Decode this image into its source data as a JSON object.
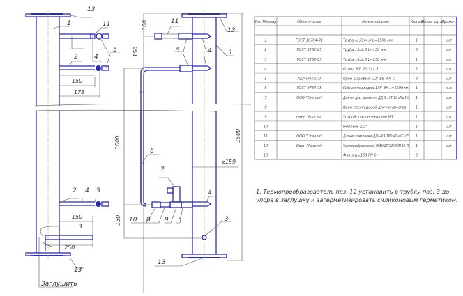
{
  "drawing": {
    "left_view": {
      "labels": {
        "flange_top": "13",
        "pipe": "1",
        "valve": "11",
        "short_pipe": "2",
        "elbow": "4",
        "ball_valve": "5",
        "elbow_b": "4",
        "ball_valve_b": "5",
        "short_pipe_b": "2",
        "long_pipe": "3",
        "flange_bottom": "13"
      },
      "dims": {
        "d150": "150",
        "d178": "178",
        "d150b": "150",
        "d250": "250"
      },
      "plug_label": "Заглушить"
    },
    "right_view": {
      "labels": {
        "flange_top": "13",
        "pipe": "1",
        "sensor": "11",
        "valve": "5",
        "elbow": "4",
        "hose": "6",
        "gauge_valve": "7",
        "nipple": "10",
        "tap": "8",
        "adapter": "9",
        "valve_b": "5",
        "elbow_b": "4",
        "thermo": "3",
        "flange_bottom": "13"
      },
      "dims": {
        "d100": "100",
        "d150": "150",
        "d1000": "1000",
        "d150b": "150",
        "d1500": "1500",
        "diam": "⌀159"
      }
    }
  },
  "table": {
    "headers": [
      "Поз. Маркир.",
      "Обозначение",
      "Наименование",
      "Кол-во",
      "Масса ед. кг",
      "Примеч."
    ],
    "rows": [
      [
        "1",
        "ГОСТ 10704-91",
        "Труба ⌀159х4,0 L=1500 мм",
        "1",
        "",
        "шт"
      ],
      [
        "2",
        "ГОСТ 3262-85",
        "Труба 15х2,5 L=150 мм",
        "3",
        "",
        "шт"
      ],
      [
        "3",
        "ГОСТ 3262-85",
        "Труба 15х2,5 L=250 мм",
        "1",
        "",
        "шт"
      ],
      [
        "4",
        "",
        "Отвод 90° 21,3х2,5",
        "2",
        "",
        "шт"
      ],
      [
        "5",
        "Адл (Россия)",
        "Кран шаровый 1/2\" ВВ 90° С",
        "3",
        "",
        "шт"
      ],
      [
        "6",
        "ГОСТ 8734-75",
        "Гибкая подводка 1/2\" ВН L=1500 мм",
        "1",
        "",
        "м.п."
      ],
      [
        "7",
        "ООО \"Стэнли\"",
        "Датчик дав. давления ДД-И-10Т-10 кПа-М2",
        "1",
        "",
        "шт"
      ],
      [
        "8",
        "",
        "Кран трехходовой для манометра",
        "1",
        "",
        "шт"
      ],
      [
        "9",
        "Овен \"Россия\"",
        "Устройство переходное УП",
        "1",
        "",
        "шт"
      ],
      [
        "10",
        "",
        "Ниппель 1/2\"",
        "1",
        "",
        "шт"
      ],
      [
        "11",
        "ООО \"Стэнли\"",
        "Датчик давления ДДА-Х3-160 кПа G1/2\"",
        "1",
        "",
        "шт"
      ],
      [
        "12",
        "Овен \"Россия\"",
        "Термопреобразователь ОВЕН ДТС024-50М.В3-75",
        "1",
        "",
        "шт"
      ],
      [
        "13",
        "",
        "Фланец ⌀150 PN 6",
        "2",
        "",
        ""
      ]
    ]
  },
  "note": {
    "line1": "1. Термопреобразователь поз. 12 установить в трубку поз. 3 до",
    "line2": "упора в заглушку и загерметизировать силиконовым герметиком."
  }
}
